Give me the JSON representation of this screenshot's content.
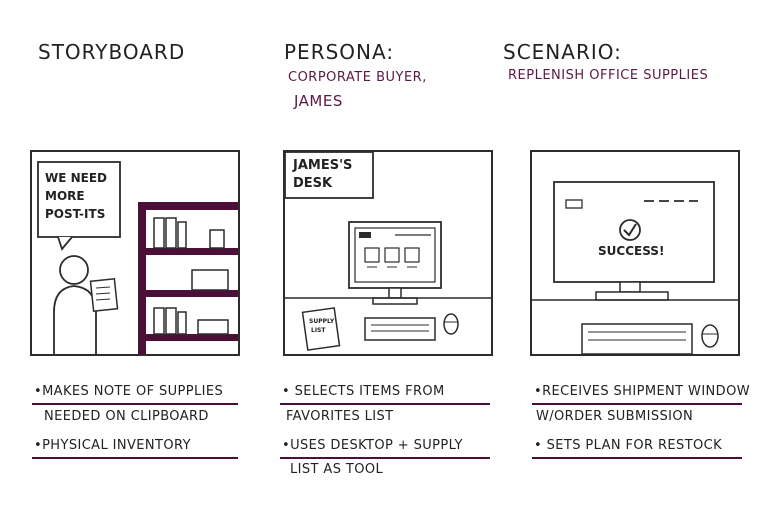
{
  "headers": {
    "storyboard": "STORYBOARD",
    "persona_label": "PERSONA:",
    "persona_line1": "CORPORATE BUYER,",
    "persona_line2": "JAMES",
    "scenario_label": "SCENARIO:",
    "scenario_value": "REPLENISH OFFICE SUPPLIES"
  },
  "panel1": {
    "bubble_line1": "WE NEED",
    "bubble_line2": "MORE",
    "bubble_line3": "POST-ITS"
  },
  "panel2": {
    "caption_line1": "JAMES'S",
    "caption_line2": "DESK",
    "supply_line1": "SUPPLY",
    "supply_line2": "LIST"
  },
  "panel3": {
    "success_text": "SUCCESS!"
  },
  "notes": {
    "col1": [
      "•MAKES NOTE OF SUPPLIES",
      "NEEDED ON CLIPBOARD",
      "•PHYSICAL INVENTORY"
    ],
    "col2": [
      "• SELECTS ITEMS FROM",
      "FAVORITES LIST",
      "•USES DESKTOP + SUPPLY",
      "LIST AS TOOL"
    ],
    "col3": [
      "•RECEIVES SHIPMENT WINDOW",
      "W/ORDER SUBMISSION",
      "• SETS PLAN FOR RESTOCK"
    ]
  },
  "colors": {
    "accent": "#4a1038",
    "ink": "#2c2c2c"
  }
}
